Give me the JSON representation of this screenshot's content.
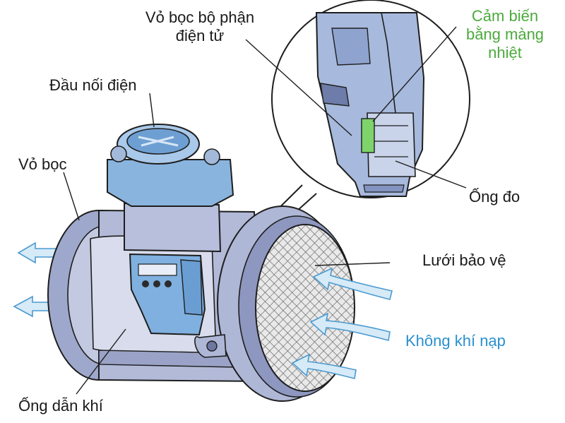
{
  "labels": {
    "electronics_housing_line1": "Vỏ bọc bộ phận",
    "electronics_housing_line2": "điện tử",
    "hot_film_sensor_line1": "Cảm biến",
    "hot_film_sensor_line2": "bằng màng",
    "hot_film_sensor_line3": "nhiệt",
    "electrical_connector": "Đầu nối điện",
    "housing": "Vỏ bọc",
    "measuring_tube": "Ống đo",
    "protective_mesh": "Lưới bảo vệ",
    "intake_air": "Không khí nạp",
    "air_duct": "Ống dẫn khí"
  },
  "colors": {
    "body": "#aeb7d6",
    "body_dark": "#7d88b3",
    "connector": "#89b4de",
    "sensor_film": "#7ed36a",
    "mesh": "#7a7a7a",
    "airflow_arrow": "#d6eaf7",
    "outline": "#1e1e1e",
    "label_green": "#4caa3c",
    "label_blue": "#2a8fd0"
  }
}
